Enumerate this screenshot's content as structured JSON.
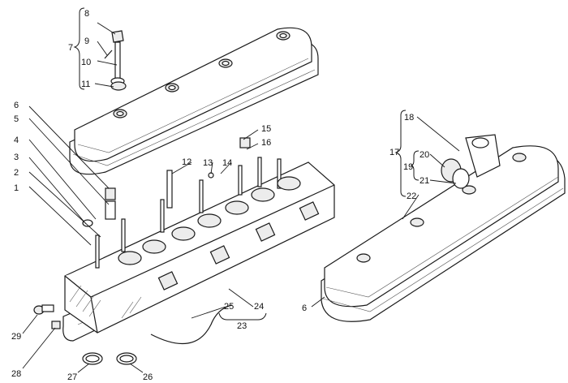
{
  "callouts": [
    "1",
    "2",
    "3",
    "4",
    "5",
    "6",
    "7",
    "8",
    "9",
    "10",
    "11",
    "12",
    "13",
    "14",
    "15",
    "16",
    "17",
    "18",
    "19",
    "20",
    "21",
    "22",
    "23",
    "24",
    "25",
    "26",
    "27",
    "28",
    "29"
  ],
  "callout_right_6": "6"
}
